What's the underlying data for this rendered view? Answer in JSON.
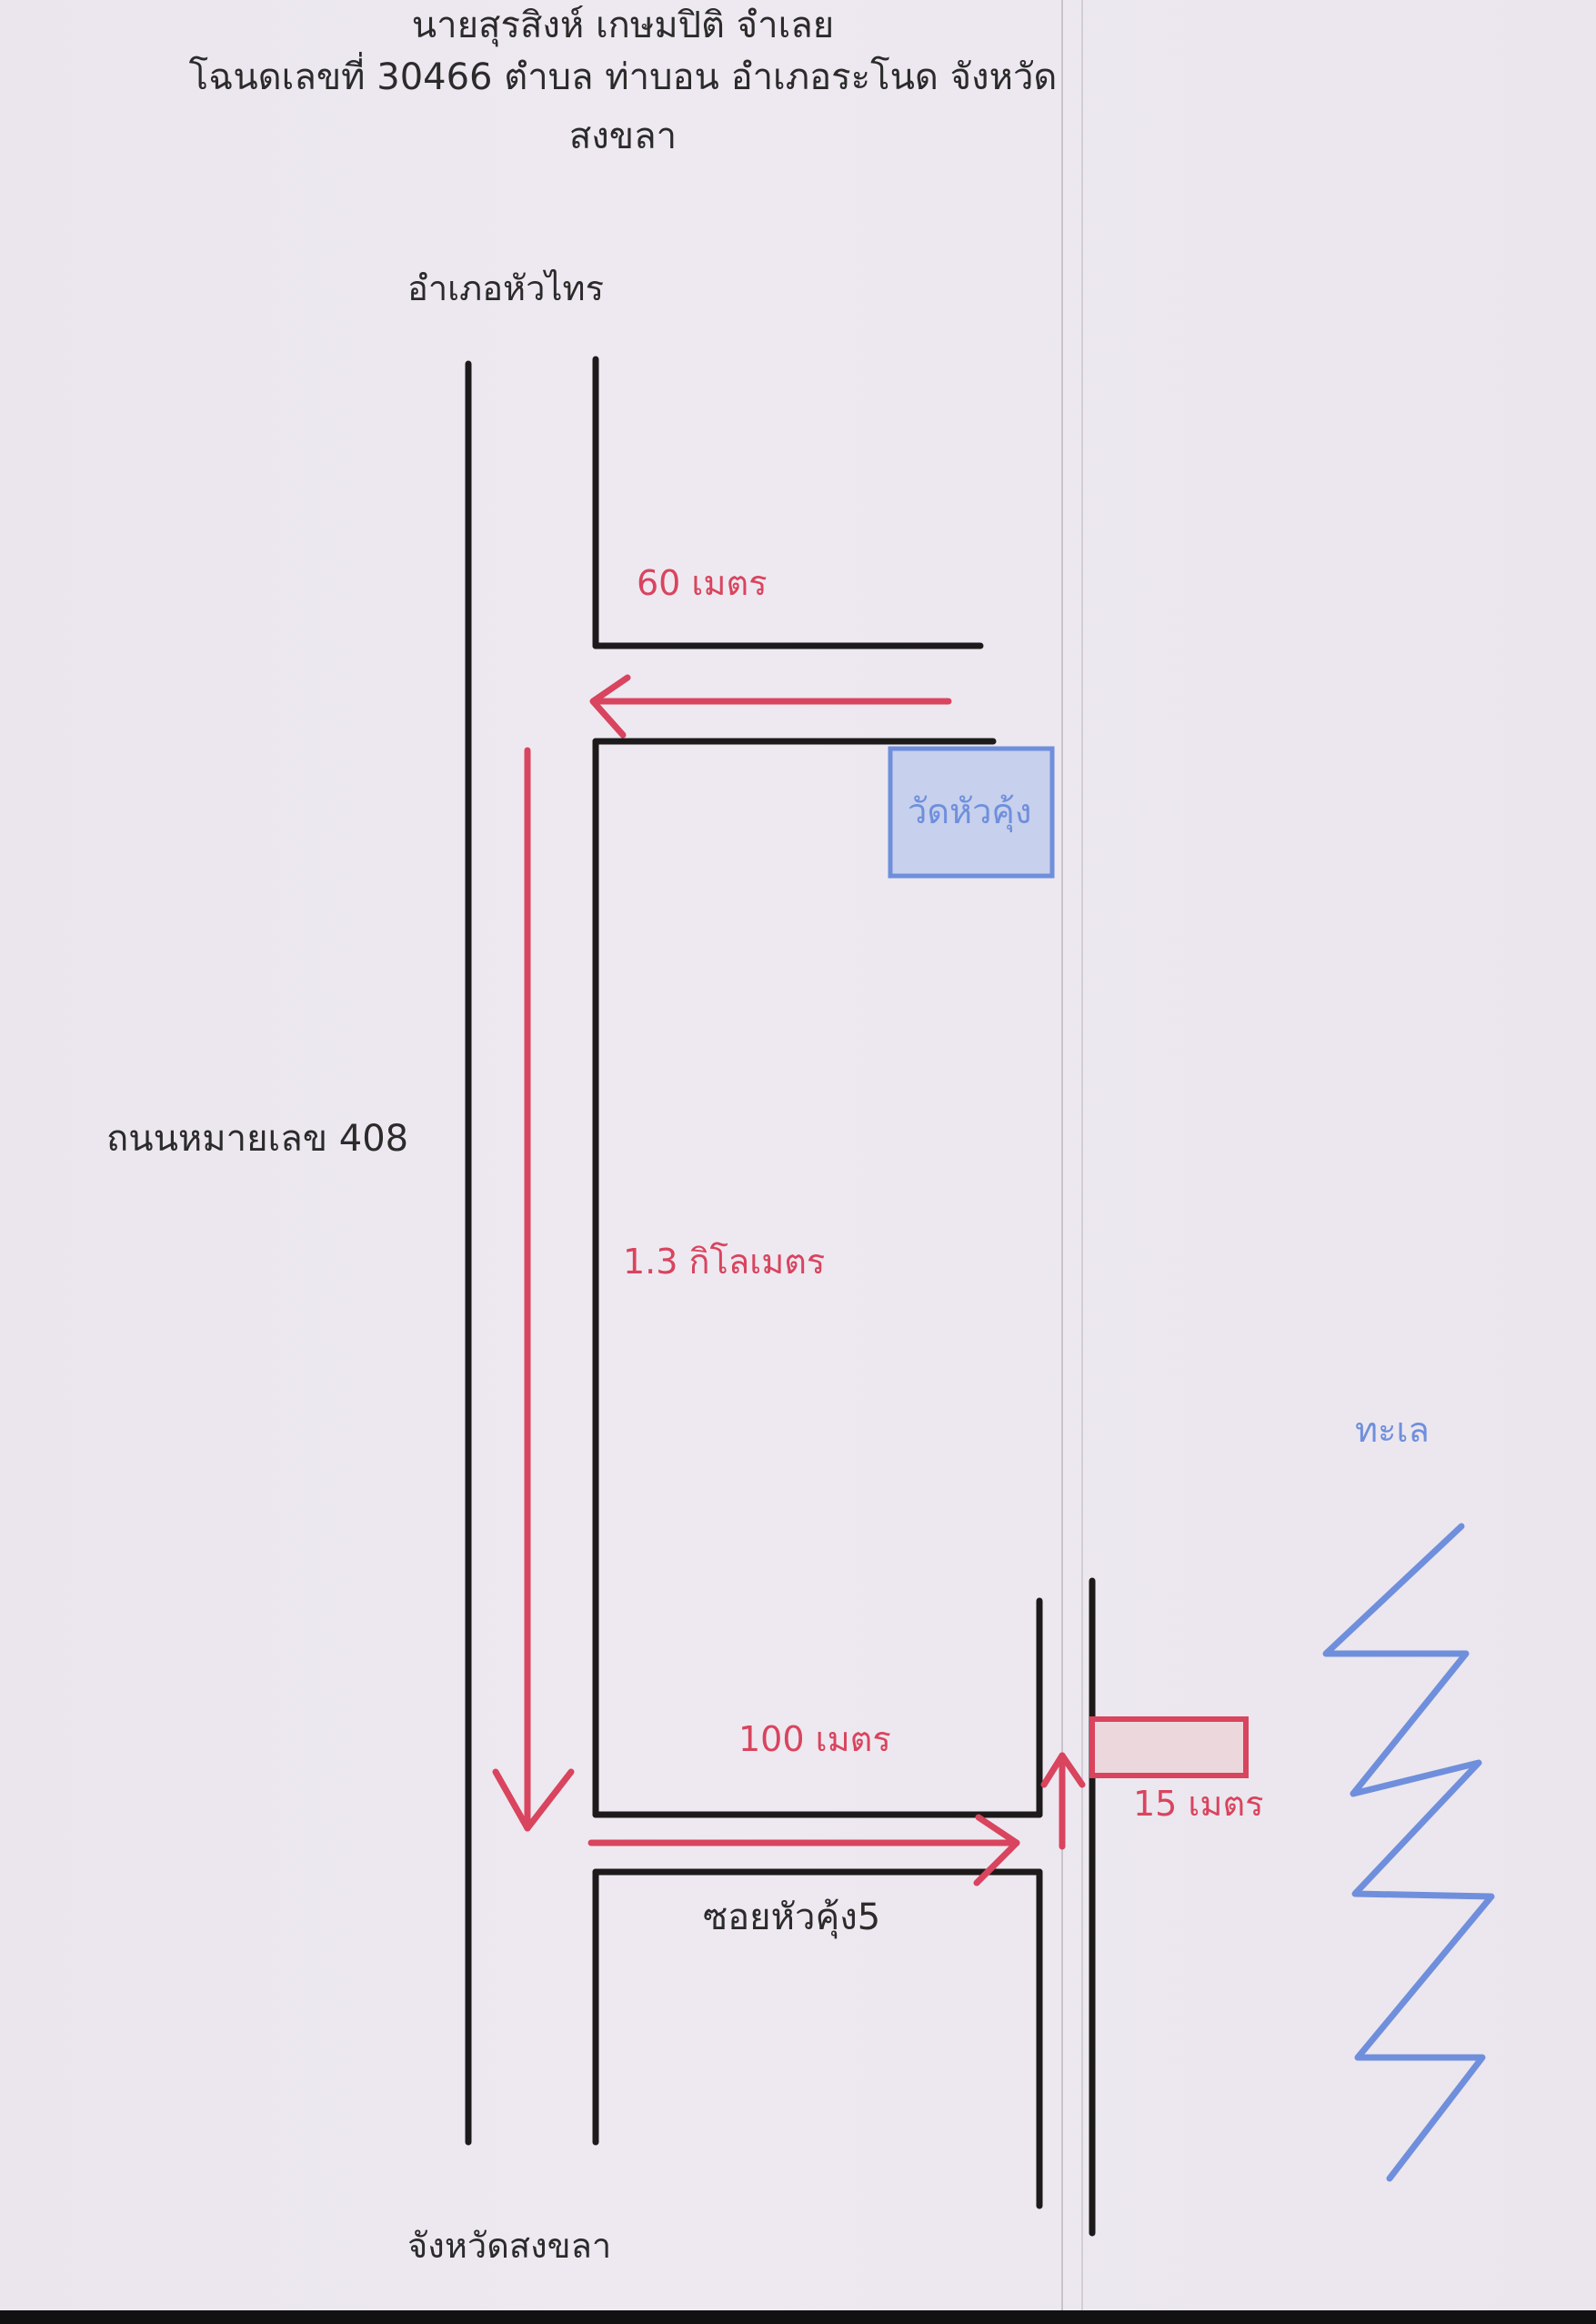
{
  "header": {
    "line1": "นายสุรสิงห์ เกษมปิติ จำเลย",
    "line2": "โฉนดเลขที่ 30466 ตำบล ท่าบอน อำเภอระโนด จังหวัด",
    "line3": "สงขลา"
  },
  "map": {
    "north_direction": "อำเภอหัวไทร",
    "south_direction": "จังหวัดสงขลา",
    "highway": "ถนนหมายเลข 408",
    "temple": "วัดหัวคุ้ง",
    "side_road": "ซอยหัวคุ้ง5",
    "sea": "ทะเล",
    "distances": {
      "to_temple_turn": "60 เมตร",
      "along_highway": "1.3 กิโลเมตร",
      "along_soi": "100 เมตร",
      "to_plot": "15 เมตร"
    }
  },
  "colors": {
    "road": "#1c1a1a",
    "route": "#d9445e",
    "water": "#6f8fdc",
    "temple_fill": "#c7d0ec",
    "plot_fill": "#ecd8dc"
  }
}
